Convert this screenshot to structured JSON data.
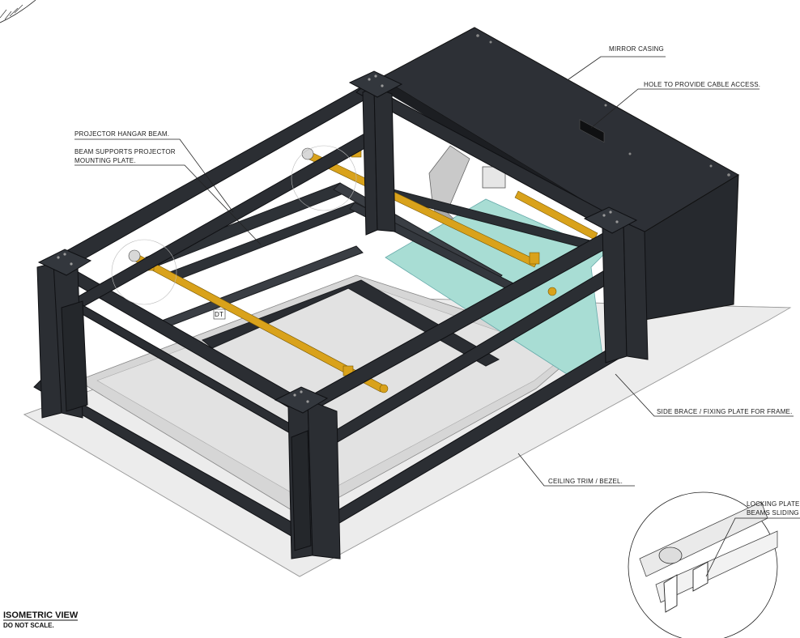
{
  "callouts": {
    "mirror_casing": "MIRROR CASING",
    "cable_hole": "HOLE TO PROVIDE CABLE ACCESS.",
    "hangar_beam": "PROJECTOR HANGAR BEAM.",
    "beam_supports_1": "BEAM SUPPORTS PROJECTOR",
    "beam_supports_2": "MOUNTING PLATE.",
    "side_brace": "SIDE BRACE / FIXING PLATE FOR FRAME.",
    "ceiling_trim": "CEILING TRIM / BEZEL.",
    "locking_1": "LOCKING PLATE",
    "locking_2": "BEAMS SLIDING"
  },
  "view": {
    "title": "ISOMETRIC VIEW",
    "subtitle": "DO NOT SCALE."
  },
  "part_mark": "DT",
  "colors": {
    "frame": "#2b2e33",
    "frame_edge": "#111316",
    "rod": "#d9a21b",
    "mirror": "#a8ddd4",
    "bezel": "#ececec",
    "floor": "#d7d7d7"
  }
}
